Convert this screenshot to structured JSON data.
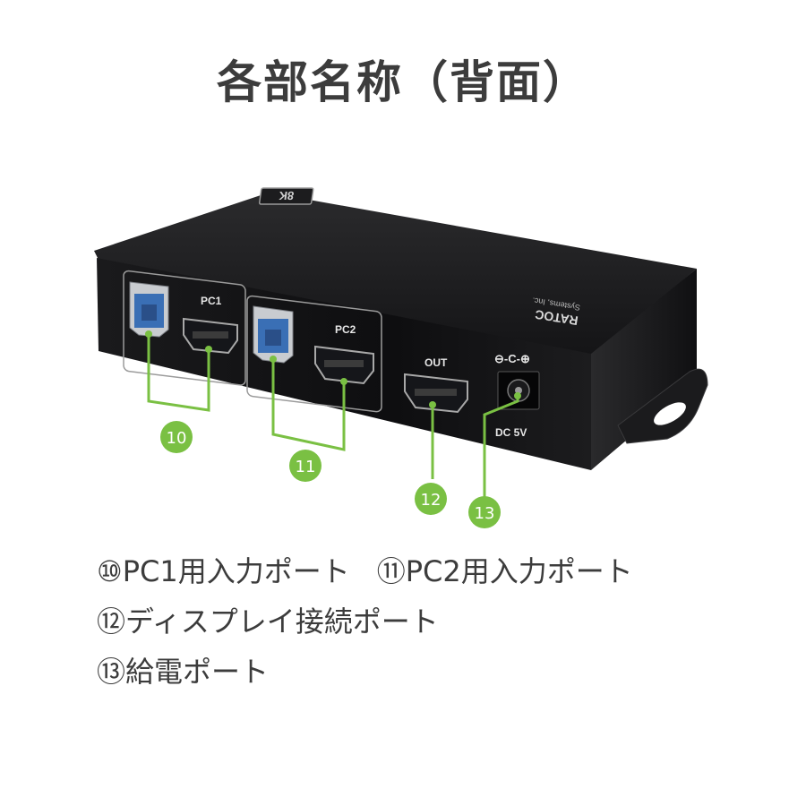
{
  "title": "各部名称（背面）",
  "device": {
    "badge": "8K",
    "brand": "RATOC",
    "brand_sub": "Systems, Inc.",
    "pc1_label": "PC1",
    "pc2_label": "PC2",
    "out_label": "OUT",
    "dc_label": "DC 5V",
    "polarity": "⊖-C-⊕"
  },
  "callouts": {
    "c10": "10",
    "c11": "11",
    "c12": "12",
    "c13": "13"
  },
  "legend": {
    "item10": "⑩PC1用入力ポート",
    "item11": "⑪PC2用入力ポート",
    "item12": "⑫ディスプレイ接続ポート",
    "item13": "⑬給電ポート"
  },
  "colors": {
    "callout_green": "#7ac043",
    "usb_blue": "#3a6fb5"
  }
}
